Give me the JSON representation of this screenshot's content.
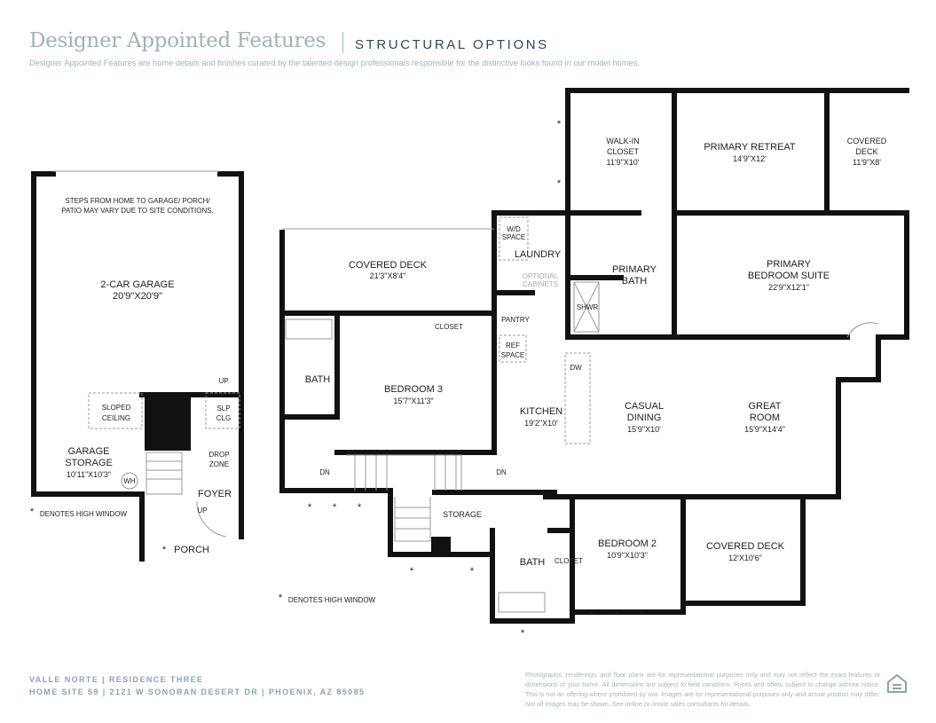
{
  "header": {
    "title": "Designer Appointed Features",
    "subtitle": "STRUCTURAL OPTIONS",
    "description": "Designer Appointed Features are home details and finishes curated by the talented design professionals responsible for the distinctive looks found in our model homes."
  },
  "garage_plan": {
    "note": [
      "STEPS FROM HOME TO GARAGE/ PORCH/",
      "PATIO MAY VARY DUE TO SITE CONDITIONS."
    ],
    "garage": {
      "name": "2-CAR GARAGE",
      "dims": "20'9\"X20'9\""
    },
    "sloped_ceiling": [
      "SLOPED",
      "CEILING"
    ],
    "slp_clg": [
      "SLP",
      "CLG"
    ],
    "up": "UP",
    "garage_storage": {
      "name": [
        "GARAGE",
        "STORAGE"
      ],
      "dims": "10'11\"X10'3\""
    },
    "wh": "WH",
    "drop_zone": [
      "DROP",
      "ZONE"
    ],
    "foyer": "FOYER",
    "foyer_up": "UP",
    "porch": "PORCH",
    "legend": "DENOTES HIGH WINDOW"
  },
  "main_plan": {
    "walk_in_closet": {
      "name": [
        "WALK-IN",
        "CLOSET"
      ],
      "dims": "11'9\"X10'"
    },
    "primary_retreat": {
      "name": "PRIMARY RETREAT",
      "dims": "14'9\"X12'"
    },
    "covered_deck_upper": {
      "name": [
        "COVERED",
        "DECK"
      ],
      "dims": "11'9\"X8'"
    },
    "covered_deck_left": {
      "name": "COVERED DECK",
      "dims": "21'3\"X8'4\""
    },
    "wd_space": [
      "W/D",
      "SPACE"
    ],
    "laundry": "LAUNDRY",
    "optional_cabinets": [
      "OPTIONAL",
      "CABINETS"
    ],
    "primary_bath": [
      "PRIMARY",
      "BATH"
    ],
    "shwr": "SHWR",
    "primary_suite": {
      "name": [
        "PRIMARY",
        "BEDROOM SUITE"
      ],
      "dims": "22'9\"X12'1\""
    },
    "closet_b3": "CLOSET",
    "pantry": "PANTRY",
    "ref_space": [
      "REF",
      "SPACE"
    ],
    "dw": "DW",
    "bath3": "BATH",
    "bedroom3": {
      "name": "BEDROOM 3",
      "dims": "15'7\"X11'3\""
    },
    "kitchen": {
      "name": "KITCHEN",
      "dims": "19'2\"X10'"
    },
    "casual_dining": {
      "name": [
        "CASUAL",
        "DINING"
      ],
      "dims": "15'9\"X10'"
    },
    "great_room": {
      "name": [
        "GREAT",
        "ROOM"
      ],
      "dims": "15'9\"X14'4\""
    },
    "dn_left": "DN",
    "dn_right": "DN",
    "storage": "STORAGE",
    "bath2": "BATH",
    "closet2": "CLOSET",
    "bedroom2": {
      "name": "BEDROOM 2",
      "dims": "10'9\"X10'3\""
    },
    "covered_deck_lower": {
      "name": "COVERED DECK",
      "dims": "12'X10'6\""
    },
    "legend": "DENOTES HIGH WINDOW"
  },
  "footer": {
    "line1": "VALLE NORTE  |  RESIDENCE THREE",
    "line2": "HOME SITE 59  |  2121 W SONORAN DESERT DR  |  PHOENIX, AZ 85085",
    "legal": "Photographs, renderings, and floor plans are for representational purposes only and may not reflect the exact features or dimensions of your home. All dimensions are subject to field variations. Prices and offers subject to change without notice. This is not an offering where prohibited by law. Images are for representational purposes only and actual product may differ. Not all images may be shown. See online or onsite sales consultants for details.",
    "logo": "equal-housing-opportunity"
  }
}
